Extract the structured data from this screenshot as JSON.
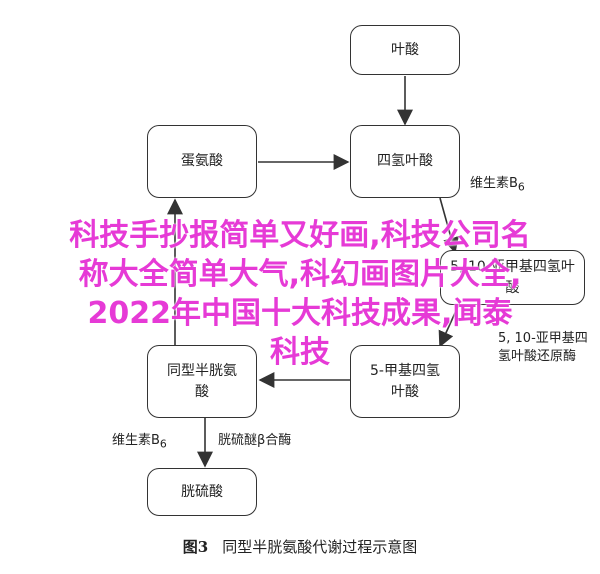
{
  "nodes": {
    "folic_acid": "叶酸",
    "methionine": "蛋氨酸",
    "thf": "四氢叶酸",
    "methylene_thf": "5, 10-亚甲基四氢叶酸",
    "homocysteine": "同型半胱氨酸",
    "methyl_thf": "5-甲基四氢叶酸",
    "cystathionine": "胱硫酸"
  },
  "edge_labels": {
    "b6_right": "维生素B",
    "b6_right_sub": "6",
    "reductase": "5, 10-亚甲基四氢叶酸还原酶",
    "b6_bottom": "维生素B",
    "b6_bottom_sub": "6",
    "synthase": "胱硫醚β合酶"
  },
  "overlay": {
    "line1": "科技手抄报简单又好画,科技公司名",
    "line2": "称大全简单大气,科幻画图片大全,",
    "line3": "2022年中国十大科技成果,闻泰",
    "line4": "科技"
  },
  "caption": {
    "fig": "图3",
    "text": "同型半胱氨酸代谢过程示意图"
  }
}
